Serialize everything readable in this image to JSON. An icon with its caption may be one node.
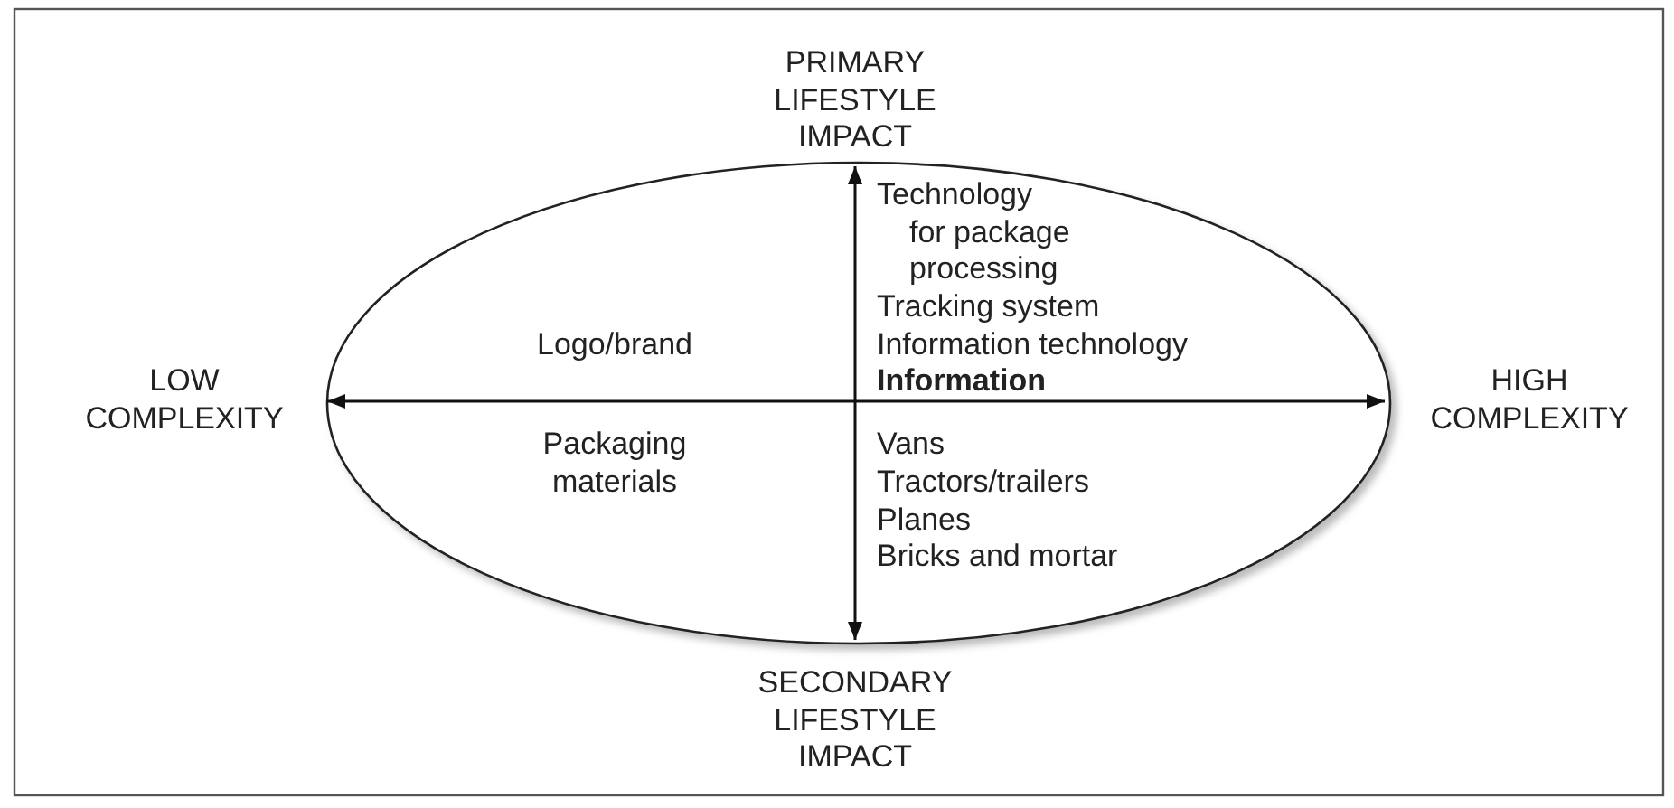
{
  "diagram": {
    "nodes": [
      {
        "text": [
          "Logo/brand",
          "Technology for package processing",
          "Tracking system",
          "Information technology",
          "Information",
          "Packaging materials",
          "Vans",
          "Tractors/trailers",
          "Planes",
          "Bricks and mortar"
        ]
      }
    ],
    "labels": [
      "PRIMARY LIFESTYLE IMPACT",
      "LOW COMPLEXITY",
      "HIGH COMPLEXITY",
      "SECONDARY LIFESTYLE IMPACT"
    ]
  }
}
